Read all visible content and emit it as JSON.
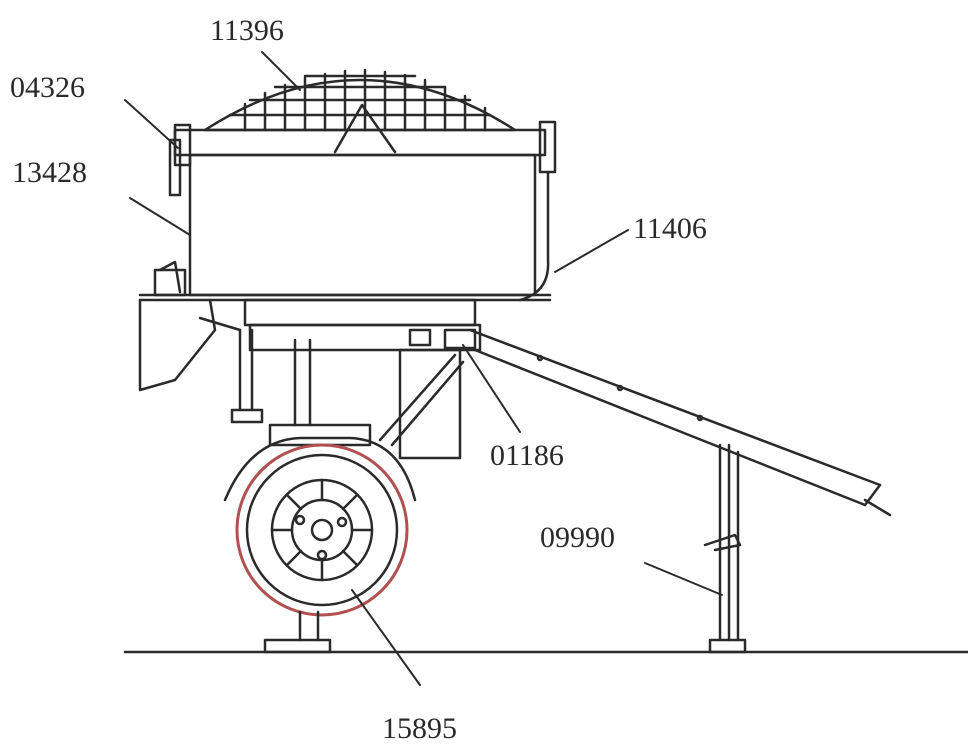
{
  "labels": {
    "mesh_cover": "11396",
    "top_hinge": "04326",
    "hopper_wall": "13428",
    "side_latch": "11406",
    "conveyor_pivot": "01186",
    "support_leg": "09990",
    "wheel": "15895"
  },
  "colors": {
    "line": "#2a2a2a",
    "wheel_accent": "#b05050"
  }
}
